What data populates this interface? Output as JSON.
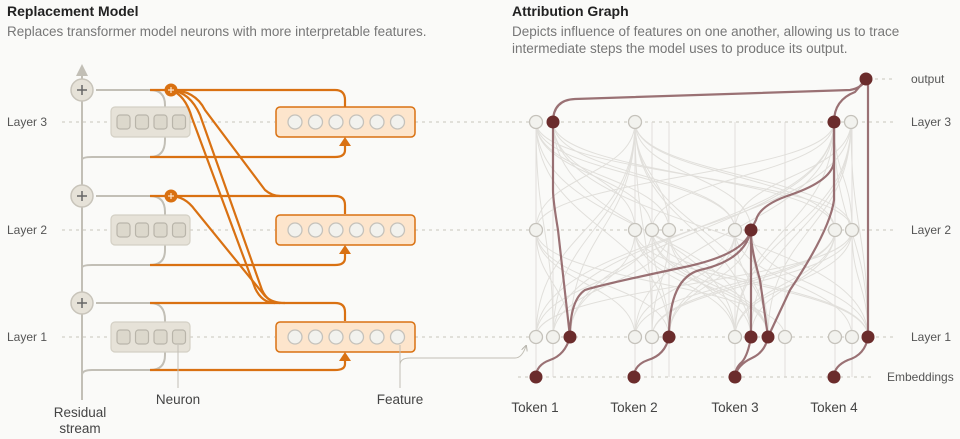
{
  "replacement_model": {
    "title": "Replacement Model",
    "subtitle": "Replaces transformer model neurons with more interpretable features.",
    "layers": [
      "Layer 3",
      "Layer 2",
      "Layer 1"
    ],
    "neuron_count": 4,
    "feature_count": 6,
    "annotations": {
      "residual_stream_line1": "Residual",
      "residual_stream_line2": "stream",
      "neuron": "Neuron",
      "feature": "Feature"
    }
  },
  "attribution_graph": {
    "title": "Attribution Graph",
    "subtitle_line1": "Depicts influence of features on one another, allowing us to trace",
    "subtitle_line2": "intermediate steps the model uses to produce its output.",
    "row_labels": {
      "output": "output",
      "layer3": "Layer 3",
      "layer2": "Layer 2",
      "layer1": "Layer 1",
      "embeddings": "Embeddings"
    },
    "tokens": [
      "Token 1",
      "Token 2",
      "Token 3",
      "Token 4"
    ]
  },
  "colors": {
    "orange": "#d97112",
    "orange_fill": "#fde5cc",
    "neuron_box": "#e6e2d8",
    "active_node": "#6b2c2c",
    "active_edge": "#8a5a5e",
    "inactive_node": "#f2f2ee",
    "gray_line": "#c2bfb6"
  }
}
